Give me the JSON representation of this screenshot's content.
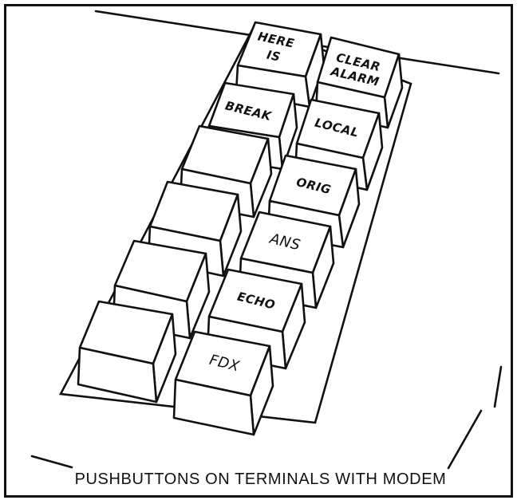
{
  "figure": {
    "caption": "PUSHBUTTONS ON TERMINALS WITH MODEM"
  },
  "buttons": {
    "here_is": [
      "HERE",
      "IS"
    ],
    "clear_alarm": [
      "CLEAR",
      "ALARM"
    ],
    "break": "BREAK",
    "local": "LOCAL",
    "orig": "ORIG",
    "ans": "ANS",
    "echo": "ECHO",
    "fdx": "FDX"
  }
}
